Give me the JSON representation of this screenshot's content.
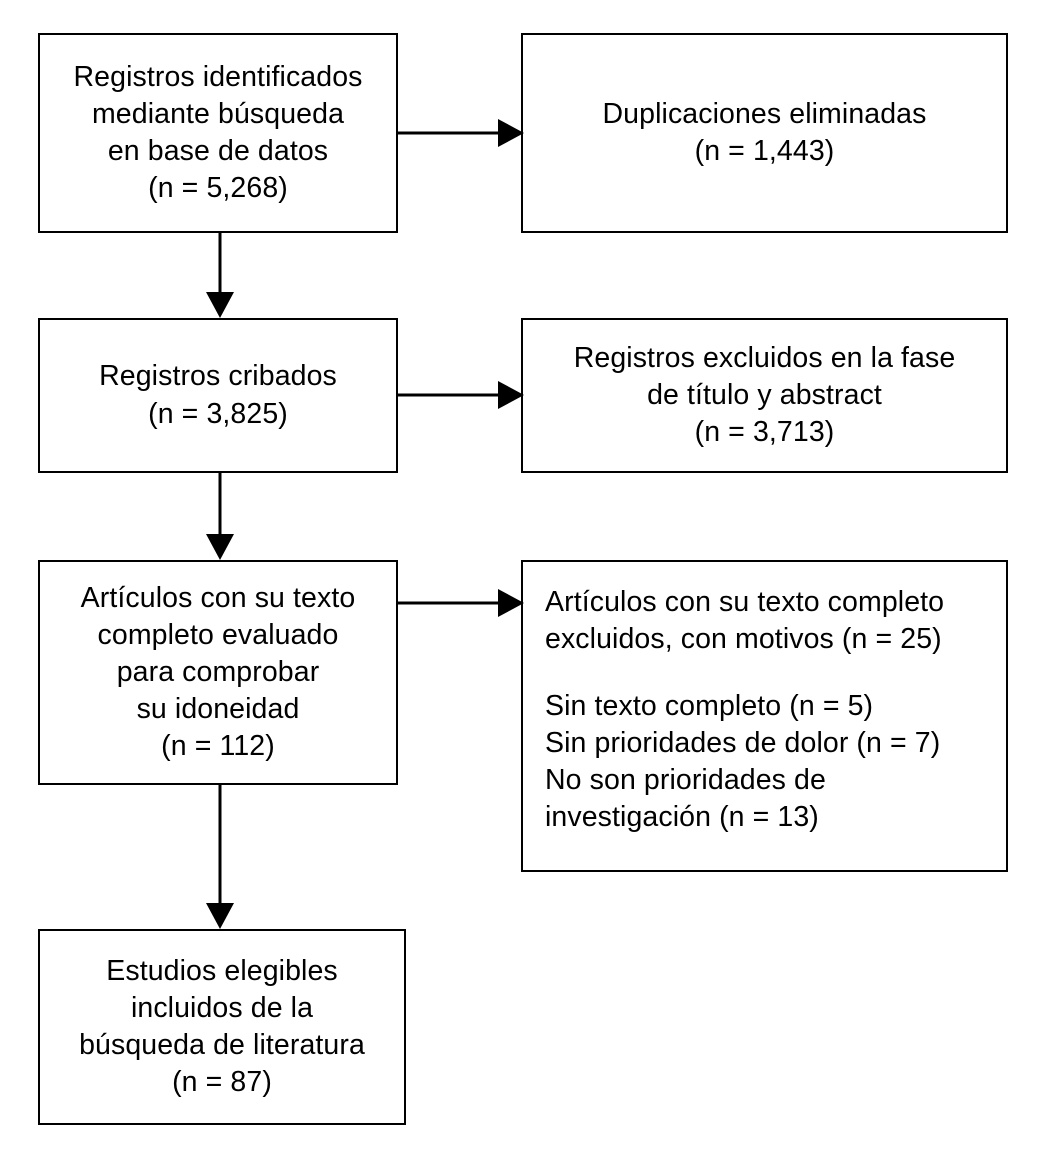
{
  "diagram": {
    "title": "PRISMA flow diagram",
    "language": "es",
    "background_color": "#ffffff",
    "line_color": "#000000"
  },
  "boxes": {
    "identified": {
      "name": "Registros identificados mediante búsqueda en base de datos",
      "lines": [
        "Registros identificados",
        "mediante búsqueda",
        "en base de datos",
        "(n = 5,268)"
      ],
      "count": "5,268",
      "align": "center"
    },
    "duplicates": {
      "name": "Duplicaciones eliminadas",
      "lines": [
        "Duplicaciones eliminadas",
        "(n = 1,443)"
      ],
      "count": "1,443",
      "align": "center"
    },
    "screened": {
      "name": "Registros cribados",
      "lines": [
        "Registros cribados",
        "(n = 3,825)"
      ],
      "count": "3,825",
      "align": "center"
    },
    "excluded_title_abstract": {
      "name": "Registros excluidos en la fase de título y abstract",
      "lines": [
        "Registros excluidos en la fase",
        "de título y abstract",
        "(n = 3,713)"
      ],
      "count": "3,713",
      "align": "center"
    },
    "fulltext_assessed": {
      "name": "Artículos con su texto completo evaluado para comprobar su idoneidad",
      "lines": [
        "Artículos con su texto",
        "completo evaluado",
        "para comprobar",
        "su idoneidad",
        "(n = 112)"
      ],
      "count": "112",
      "align": "center"
    },
    "excluded_fulltext": {
      "name": "Artículos con su texto completo excluidos, con motivos",
      "heading_lines": [
        "Artículos con su texto completo",
        "excluidos, con motivos (n = 25)"
      ],
      "count": "25",
      "reason_lines": [
        "Sin texto completo (n = 5)",
        "Sin prioridades de dolor (n = 7)",
        "No son prioridades de",
        "investigación (n = 13)"
      ],
      "reasons": [
        {
          "label": "Sin texto completo",
          "count": "5"
        },
        {
          "label": "Sin prioridades de dolor",
          "count": "7"
        },
        {
          "label": "No son prioridades de investigación",
          "count": "13"
        }
      ],
      "align": "left"
    },
    "included": {
      "name": "Estudios elegibles incluidos de la búsqueda de literatura",
      "lines": [
        "Estudios elegibles",
        "incluidos de la",
        "búsqueda de literatura",
        "(n = 87)"
      ],
      "count": "87",
      "align": "center"
    }
  },
  "arrows": [
    {
      "id": "identified-to-duplicates",
      "direction": "right",
      "from": "identified",
      "to": "duplicates"
    },
    {
      "id": "identified-to-screened",
      "direction": "down",
      "from": "identified",
      "to": "screened"
    },
    {
      "id": "screened-to-excluded-title-abstract",
      "direction": "right",
      "from": "screened",
      "to": "excluded_title_abstract"
    },
    {
      "id": "screened-to-fulltext",
      "direction": "down",
      "from": "screened",
      "to": "fulltext_assessed"
    },
    {
      "id": "fulltext-to-excluded-fulltext",
      "direction": "right",
      "from": "fulltext_assessed",
      "to": "excluded_fulltext"
    },
    {
      "id": "fulltext-to-included",
      "direction": "down",
      "from": "fulltext_assessed",
      "to": "included"
    }
  ]
}
